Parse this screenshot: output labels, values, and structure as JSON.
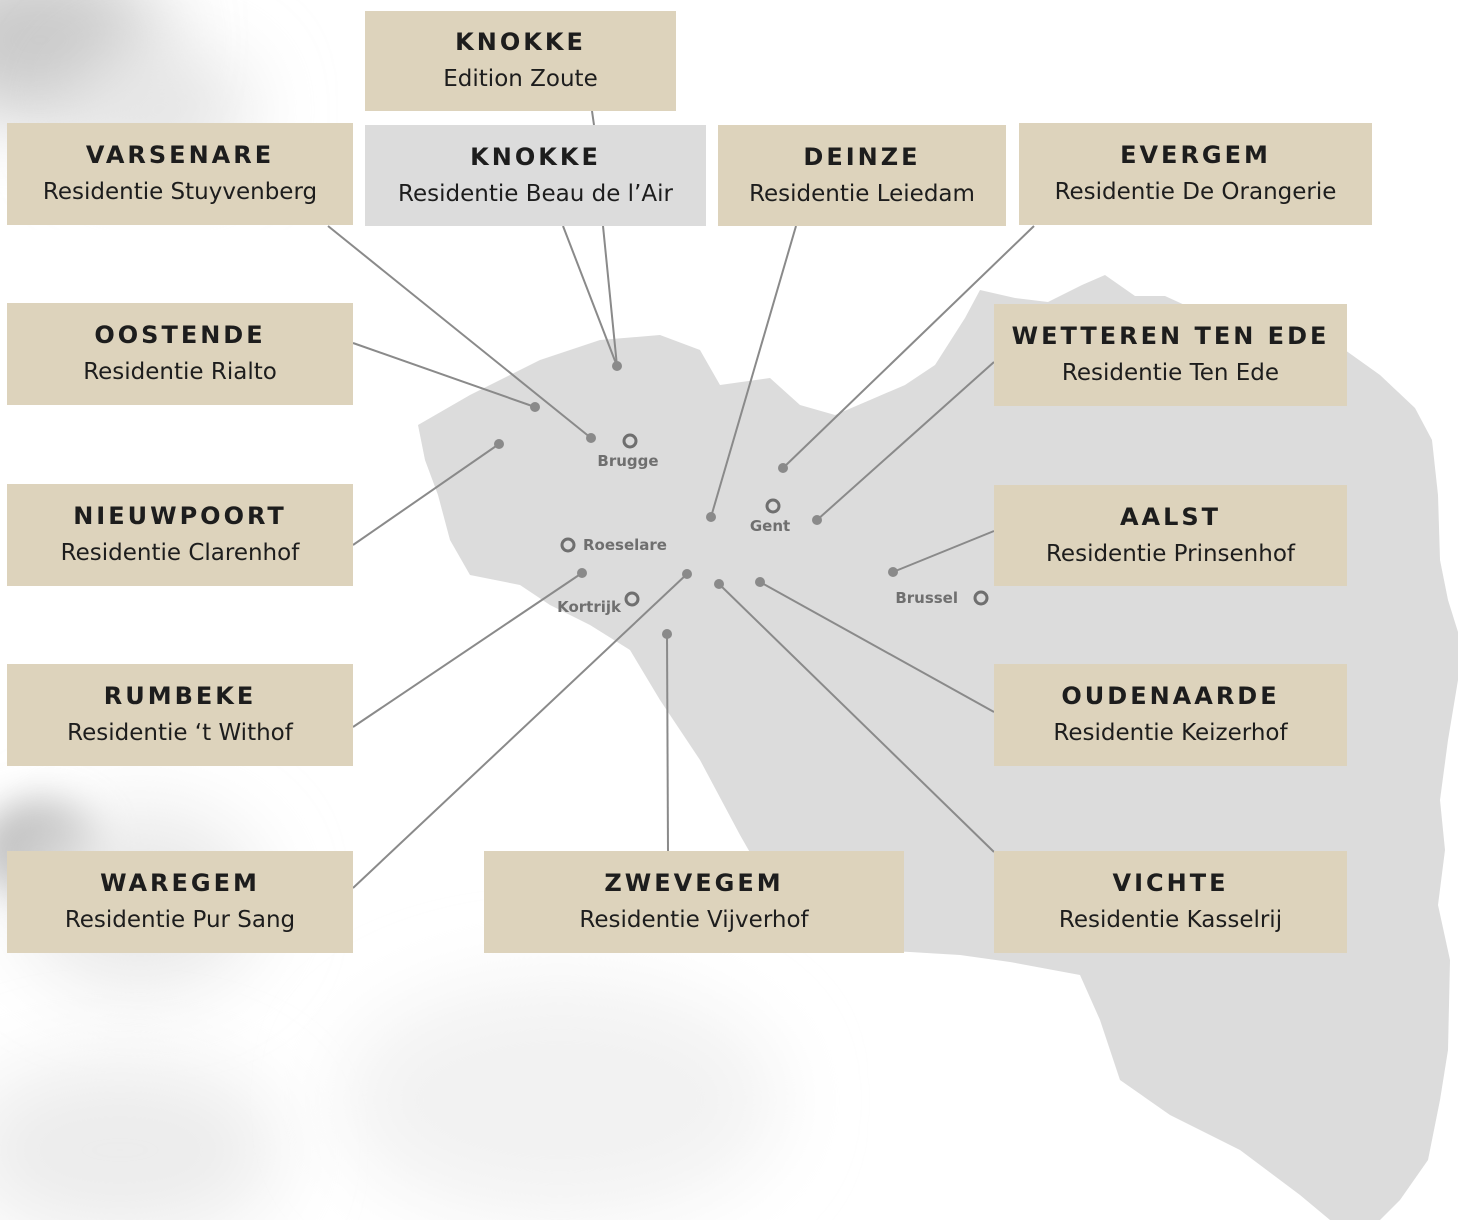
{
  "colors": {
    "card_bg": "#ddd3bc",
    "card_bg_active": "#dcdcdc",
    "map_fill": "#dcdcdc",
    "connector": "#8a8a8a",
    "city_marker": "#6f6f6f",
    "text": "#1d1d1d"
  },
  "cities": [
    {
      "id": "brugge",
      "label": "Brugge"
    },
    {
      "id": "gent",
      "label": "Gent"
    },
    {
      "id": "roeselare",
      "label": "Roeselare"
    },
    {
      "id": "kortrijk",
      "label": "Kortrijk"
    },
    {
      "id": "brussel",
      "label": "Brussel"
    }
  ],
  "locations": [
    {
      "id": "knokke-edition-zoute",
      "city": "KNOKKE",
      "residence": "Edition Zoute"
    },
    {
      "id": "varsenare",
      "city": "VARSENARE",
      "residence": "Residentie Stuyvenberg"
    },
    {
      "id": "knokke-beau-de-lair",
      "city": "KNOKKE",
      "residence": "Residentie Beau de l’Air",
      "active": true
    },
    {
      "id": "deinze",
      "city": "DEINZE",
      "residence": "Residentie Leiedam"
    },
    {
      "id": "evergem",
      "city": "EVERGEM",
      "residence": "Residentie De Orangerie"
    },
    {
      "id": "oostende",
      "city": "OOSTENDE",
      "residence": "Residentie Rialto"
    },
    {
      "id": "wetteren",
      "city": "WETTEREN TEN EDE",
      "residence": "Residentie Ten Ede"
    },
    {
      "id": "nieuwpoort",
      "city": "NIEUWPOORT",
      "residence": "Residentie Clarenhof"
    },
    {
      "id": "aalst",
      "city": "AALST",
      "residence": "Residentie Prinsenhof"
    },
    {
      "id": "rumbeke",
      "city": "RUMBEKE",
      "residence": "Residentie ‘t Withof"
    },
    {
      "id": "oudenaarde",
      "city": "OUDENAARDE",
      "residence": "Residentie Keizerhof"
    },
    {
      "id": "waregem",
      "city": "WAREGEM",
      "residence": "Residentie Pur Sang"
    },
    {
      "id": "zwevegem",
      "city": "ZWEVEGEM",
      "residence": "Residentie Vijverhof"
    },
    {
      "id": "vichte",
      "city": "VICHTE",
      "residence": "Residentie Kasselrij"
    }
  ]
}
